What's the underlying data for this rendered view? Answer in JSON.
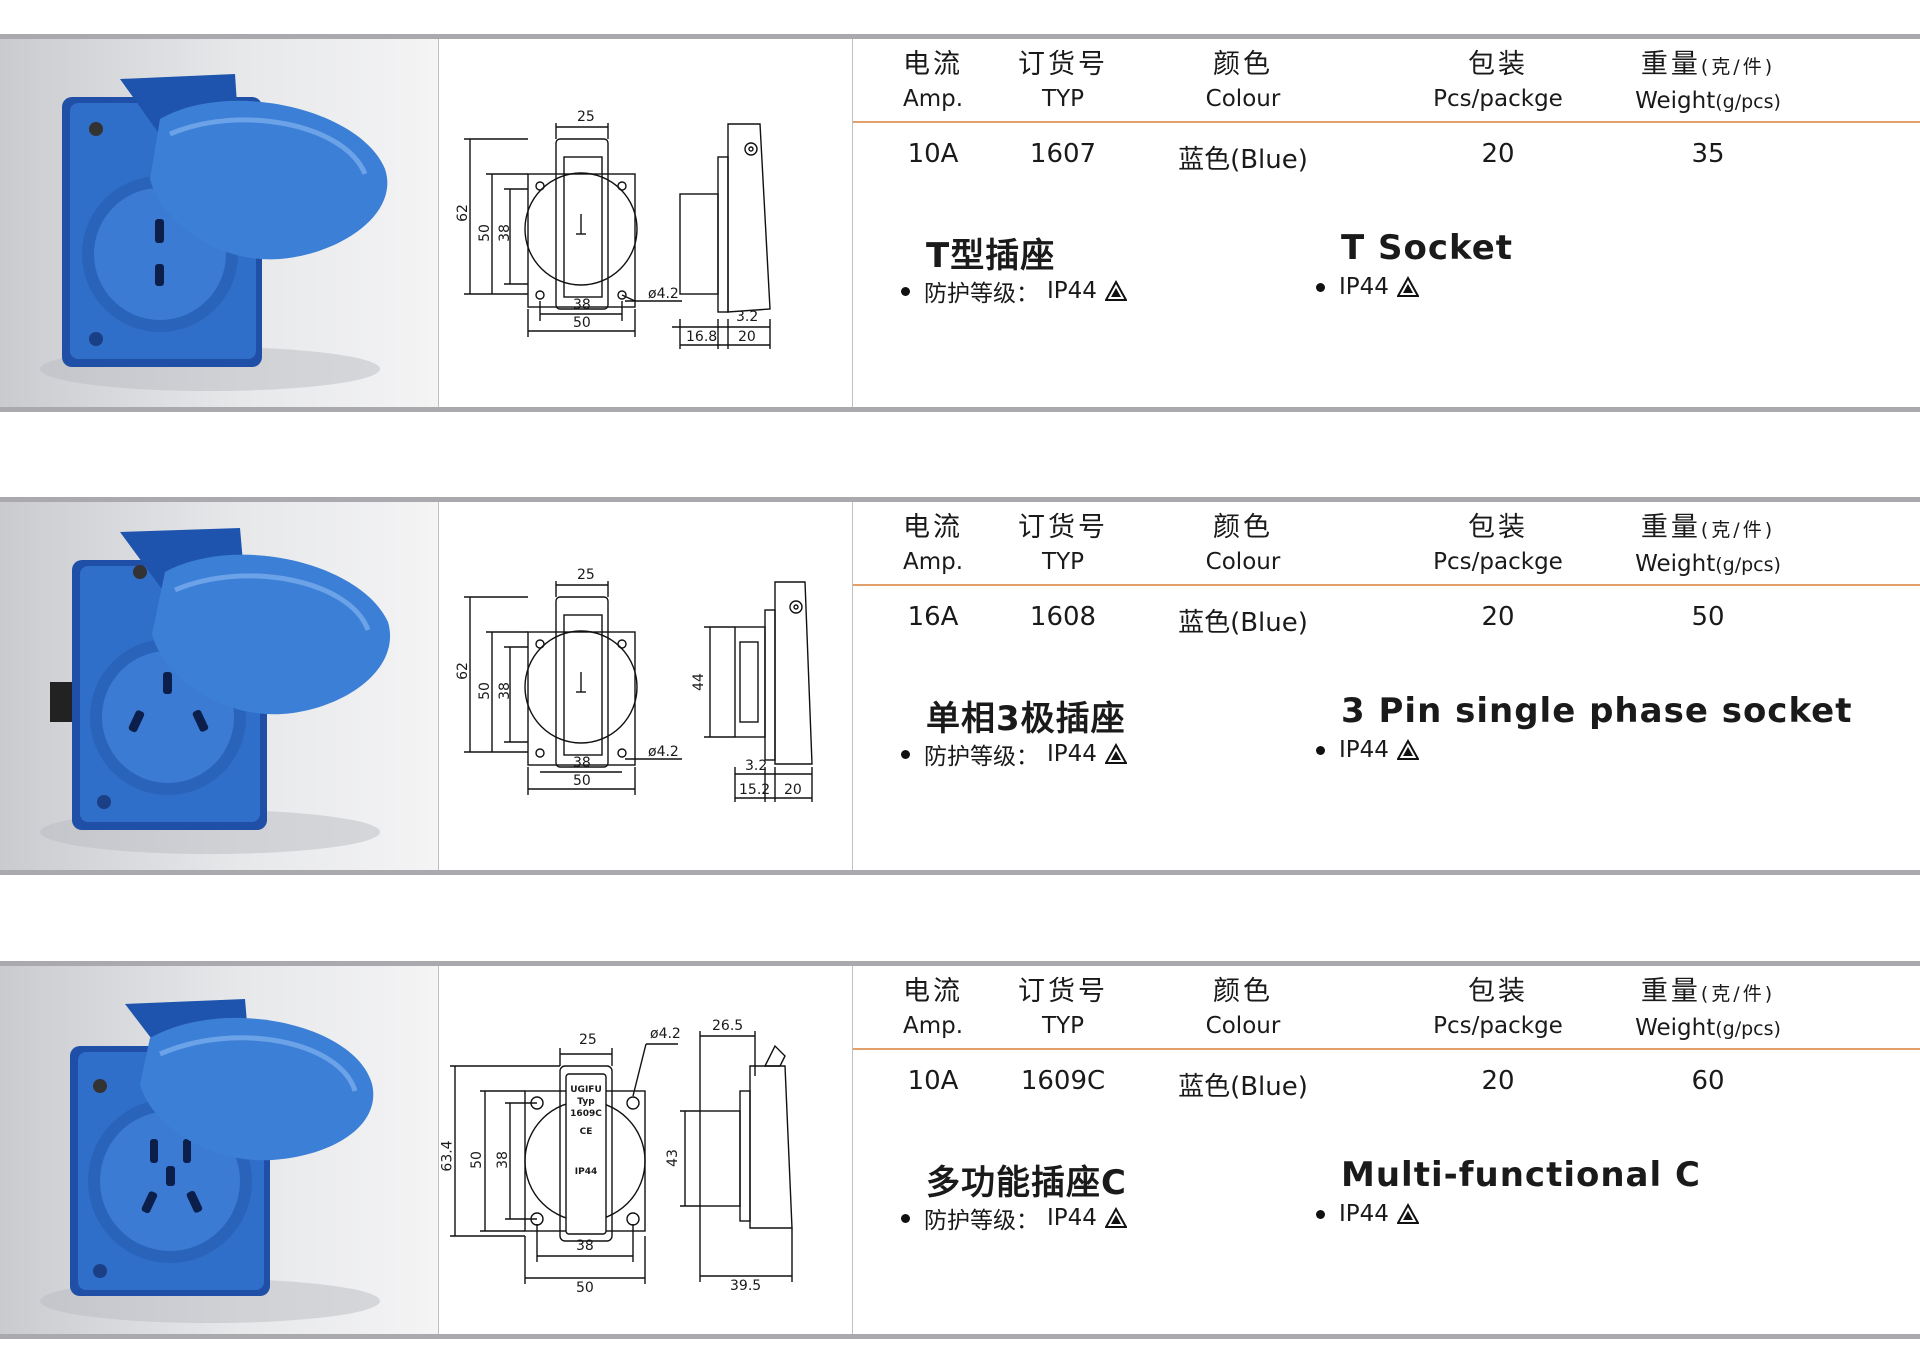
{
  "headers": {
    "amp_zh": "电流",
    "amp_en": "Amp.",
    "typ_zh": "订货号",
    "typ_en": "TYP",
    "colour_zh": "颜色",
    "colour_en": "Colour",
    "pack_zh": "包装",
    "pack_en": "Pcs/packge",
    "weight_zh": "重量",
    "weight_zh_unit": "(克/件)",
    "weight_en": "Weight",
    "weight_en_unit": "(g/pcs)"
  },
  "protection_zh": "防护等级：",
  "ip": "IP44",
  "products": [
    {
      "amp": "10A",
      "typ": "1607",
      "colour": "蓝色(Blue)",
      "pack": "20",
      "weight": "35",
      "title_zh": "T型插座",
      "title_en": "T  Socket",
      "dims": {
        "top": "25",
        "h_outer": "62",
        "h_mid": "50",
        "h_inner": "38",
        "hole": "ø4.2",
        "w_inner": "38",
        "w_outer": "50",
        "side_a": "3.2",
        "side_b": "16.8",
        "side_c": "20"
      }
    },
    {
      "amp": "16A",
      "typ": "1608",
      "colour": "蓝色(Blue)",
      "pack": "20",
      "weight": "50",
      "title_zh": "单相3极插座",
      "title_en": "3 Pin single phase socket",
      "dims": {
        "top": "25",
        "h_outer": "62",
        "h_mid": "50",
        "h_inner": "38",
        "hole": "ø4.2",
        "w_inner": "38",
        "w_outer": "50",
        "side_h": "44",
        "side_a": "3.2",
        "side_b": "15.2",
        "side_c": "20"
      }
    },
    {
      "amp": "10A",
      "typ": "1609C",
      "colour": "蓝色(Blue)",
      "pack": "20",
      "weight": "60",
      "title_zh": "多功能插座C",
      "title_en": "Multi-functional C",
      "dims": {
        "top": "25",
        "hole": "ø4.2",
        "h_outer": "63.4",
        "h_mid": "50",
        "h_inner": "38",
        "w_inner": "38",
        "w_outer": "50",
        "side_top": "26.5",
        "side_h": "43",
        "side_bottom": "39.5"
      },
      "label": {
        "brand": "UGIFU",
        "typ_label": "Typ",
        "typ_value": "1609C",
        "ce": "CE",
        "ip": "IP44"
      }
    }
  ]
}
